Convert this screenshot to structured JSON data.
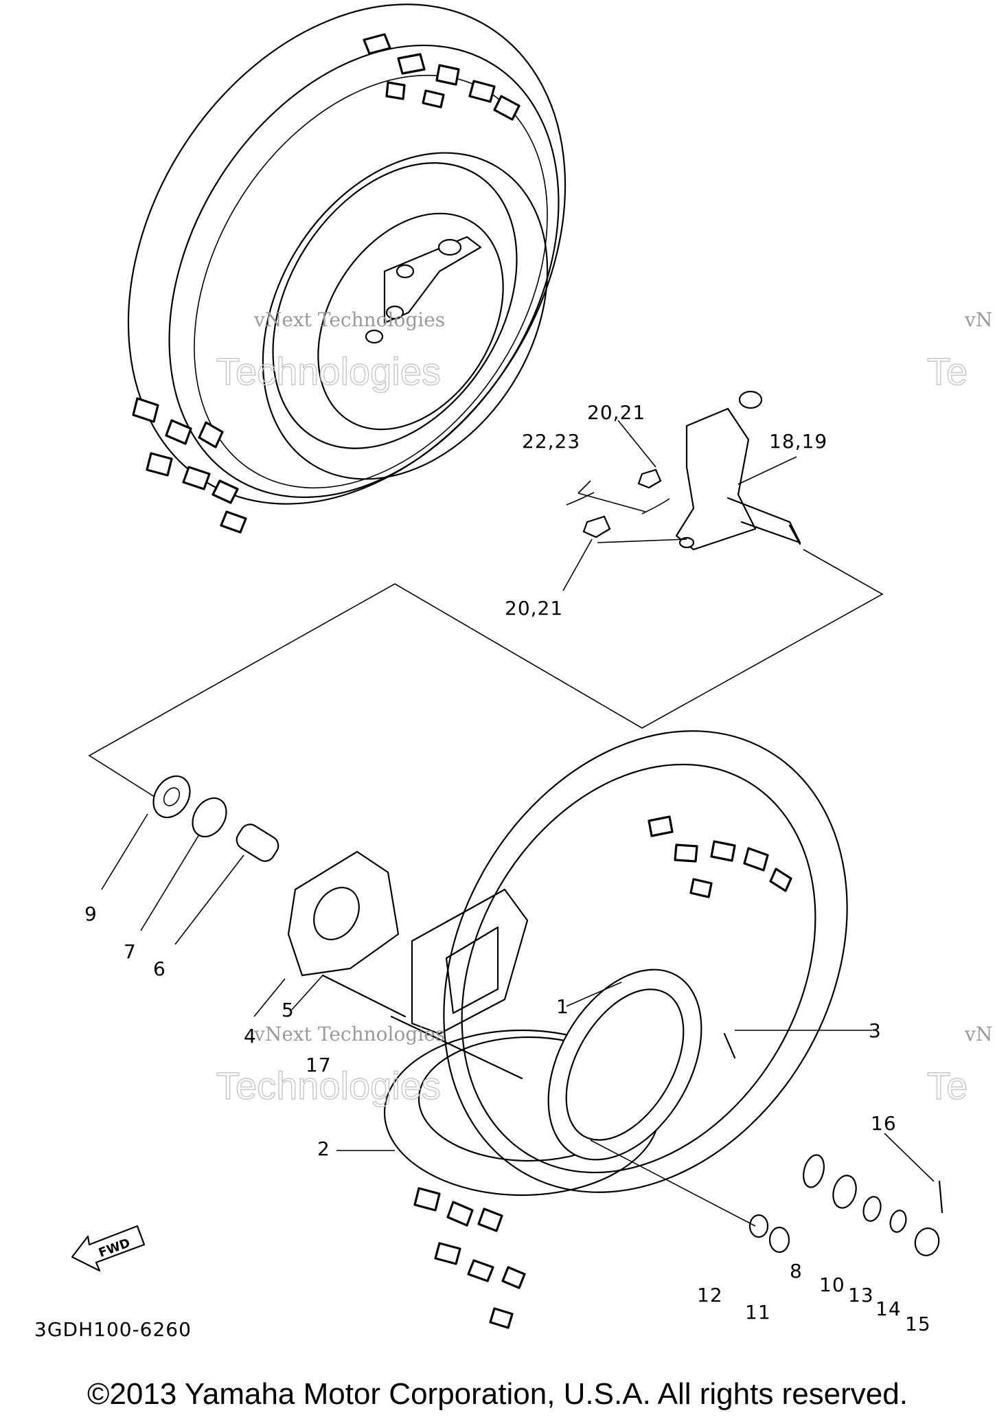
{
  "diagram": {
    "part_callouts": {
      "c1": "1",
      "c2": "2",
      "c3": "3",
      "c4": "4",
      "c5": "5",
      "c6": "6",
      "c7": "7",
      "c8": "8",
      "c9": "9",
      "c10": "10",
      "c11": "11",
      "c12": "12",
      "c13": "13",
      "c14": "14",
      "c15": "15",
      "c16": "16",
      "c17": "17",
      "c18_19": "18,19",
      "c20_21_top": "20,21",
      "c20_21_bottom": "20,21",
      "c22_23": "22,23"
    },
    "direction_arrow_label": "FWD",
    "drawing_code": "3GDH100-6260",
    "watermark": {
      "line1": "vNext Technologies",
      "line2": "Technologies",
      "edge_fragment_1": "vN",
      "edge_fragment_2": "Te"
    }
  },
  "footer": {
    "copyright": "©2013 Yamaha Motor Corporation, U.S.A. All rights reserved."
  }
}
